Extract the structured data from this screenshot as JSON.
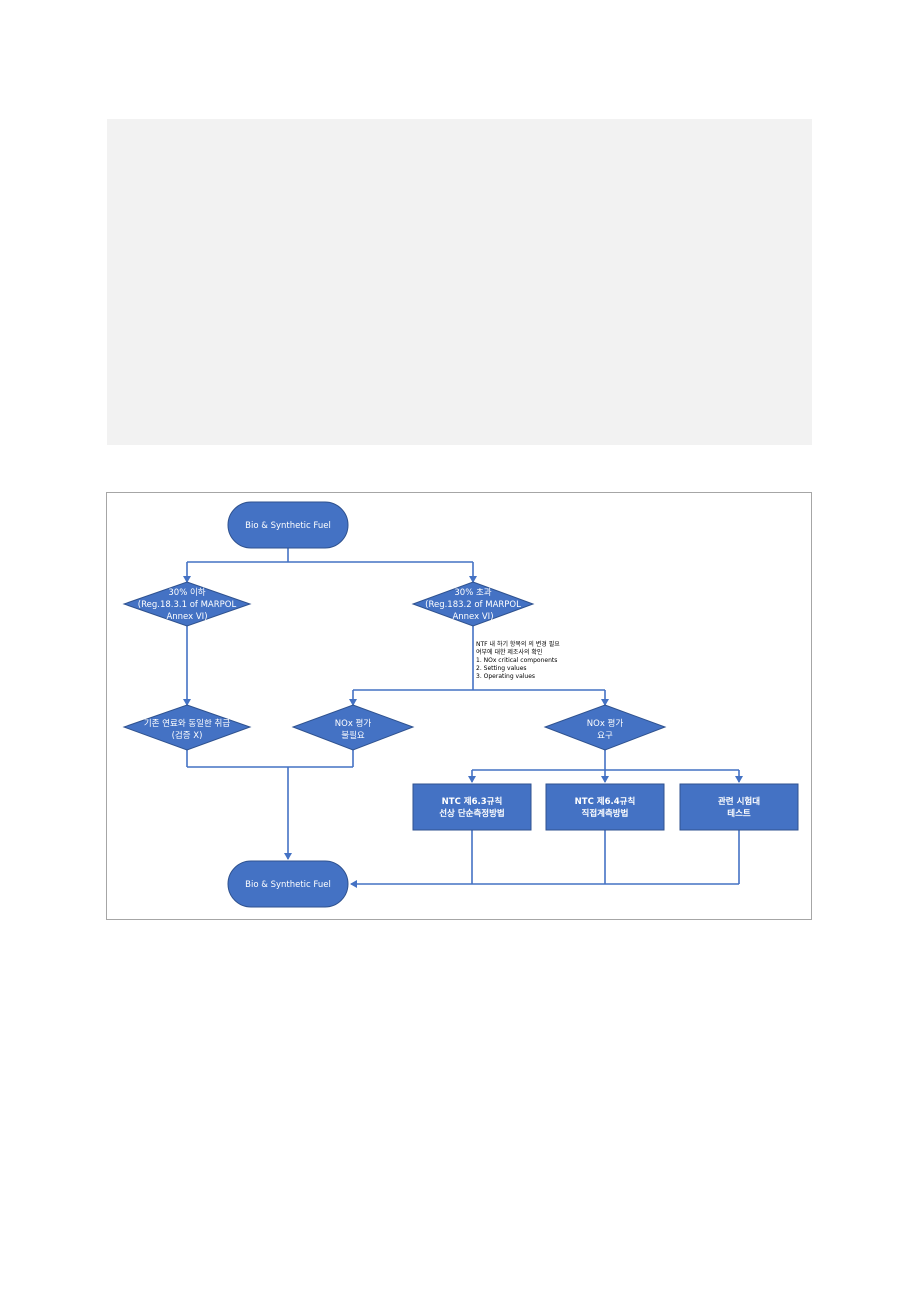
{
  "flowchart": {
    "start": "Bio & Synthetic Fuel",
    "end": "Bio & Synthetic Fuel",
    "decision_left": [
      "30% 이하",
      "(Reg.18.3.1 of MARPOL",
      "Annex VI)"
    ],
    "decision_right": [
      "30% 초과",
      "(Reg.183.2 of MARPOL",
      "Annex VI)"
    ],
    "note": [
      "NTF 내 하기 항목의 의 변경 필요",
      "여부에 대한 제조사의 확인",
      "1. NOx critical components",
      "2. Setting values",
      "3. Operating values"
    ],
    "same_as_conventional": [
      "기존 연료와 동일한 취급",
      "(검증 X)"
    ],
    "nox_not_required": [
      "NOx 평가",
      "불필요"
    ],
    "nox_required": [
      "NOx 평가",
      "요구"
    ],
    "method_1": [
      "NTC 제6.3규칙",
      "선상 단순측정방법"
    ],
    "method_2": [
      "NTC 제6.4규칙",
      "직접계측방법"
    ],
    "method_3": [
      "관련 시험대",
      "테스트"
    ]
  },
  "colors": {
    "node_fill": "#4472c4",
    "connector": "#4472c4",
    "panel": "#f2f2f2",
    "frame_border": "#a6a6a6"
  }
}
